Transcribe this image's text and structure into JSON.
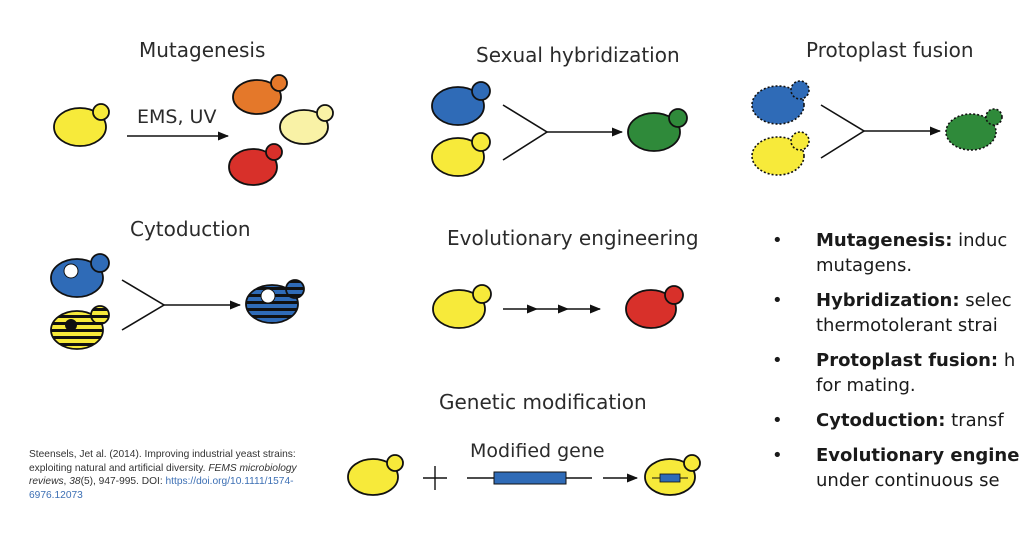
{
  "titles": {
    "mutagenesis": "Mutagenesis",
    "sexual_hybridization": "Sexual hybridization",
    "protoplast_fusion": "Protoplast fusion",
    "cytoduction": "Cytoduction",
    "evolutionary_engineering": "Evolutionary engineering",
    "genetic_modification": "Genetic modification"
  },
  "labels": {
    "ems_uv": "EMS, UV",
    "modified_gene": "Modified gene"
  },
  "colors": {
    "yellow": "#f7ea3a",
    "orange": "#e4782a",
    "pale_yellow": "#f9f2a6",
    "red": "#d8302a",
    "blue": "#2f6bb7",
    "green": "#2f8a3a"
  },
  "bullets": [
    {
      "bold": "Mutagenesis:",
      "line1": " induc",
      "line2": "mutagens."
    },
    {
      "bold": "Hybridization:",
      "line1": " selec",
      "line2": "thermotolerant strai"
    },
    {
      "bold": "Protoplast fusion:",
      "line1": " h",
      "line2": "for mating."
    },
    {
      "bold": "Cytoduction:",
      "line1": " transf",
      "line2": ""
    },
    {
      "bold": "Evolutionary engine",
      "line1": "",
      "line2": "under continuous se"
    }
  ],
  "citation": {
    "part1": "Steensels, Jet al. (2014). Improving industrial yeast strains: exploiting natural and artificial diversity. ",
    "journal": "FEMS microbiology reviews",
    "part2": ", ",
    "volume": "38",
    "part3": "(5), 947-995. DOI: ",
    "doi": "https://doi.org/10.1111/1574-6976.12073"
  }
}
